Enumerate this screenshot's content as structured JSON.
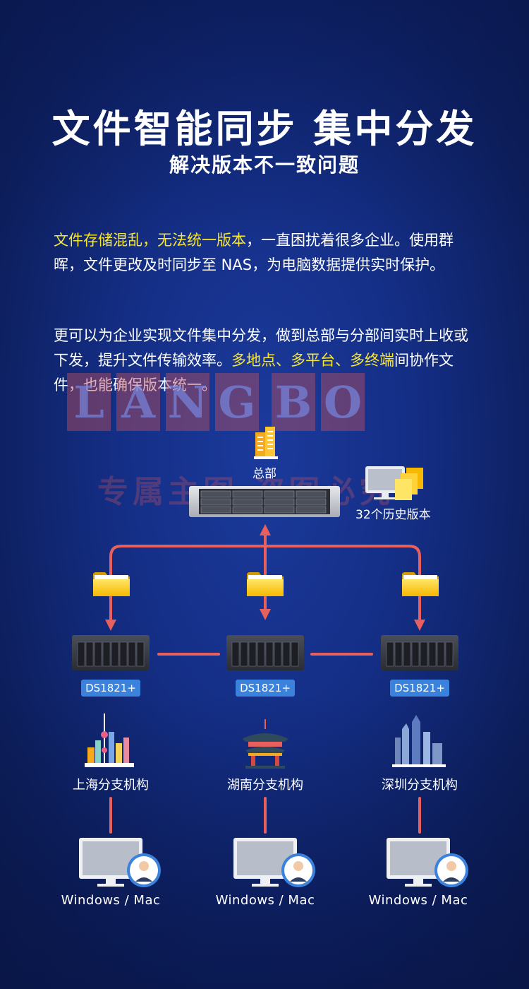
{
  "header": {
    "title": "文件智能同步 集中分发",
    "subtitle": "解决版本不一致问题"
  },
  "intro": {
    "p1_highlight": "文件存储混乱，无法统一版本",
    "p1_rest": "，一直困扰着很多企业。使用群晖，文件更改及时同步至 NAS，为电脑数据提供实时保护。",
    "p2_rest": "更可以为企业实现文件集中分发，做到总部与分部间实时上收或下发，提升文件传输效率。",
    "p2_highlight": "多地点、多平台、多终端",
    "p2_end": "间协作文件，也能确保版本统一。"
  },
  "watermark": {
    "letters": [
      "L",
      "A",
      "N",
      "G",
      "B",
      "O"
    ],
    "text": "专属主图 盗图必究"
  },
  "diagram": {
    "hq_label": "总部",
    "history_label": "32个历史版本",
    "branches": [
      {
        "model": "DS1821+",
        "name": "上海分支机构",
        "client": "Windows / Mac"
      },
      {
        "model": "DS1821+",
        "name": "湖南分支机构",
        "client": "Windows / Mac"
      },
      {
        "model": "DS1821+",
        "name": "深圳分支机构",
        "client": "Windows / Mac"
      }
    ]
  },
  "colors": {
    "accent_yellow": "#f8e634",
    "connector": "#e8605e",
    "tag_blue": "#3b82dc"
  }
}
